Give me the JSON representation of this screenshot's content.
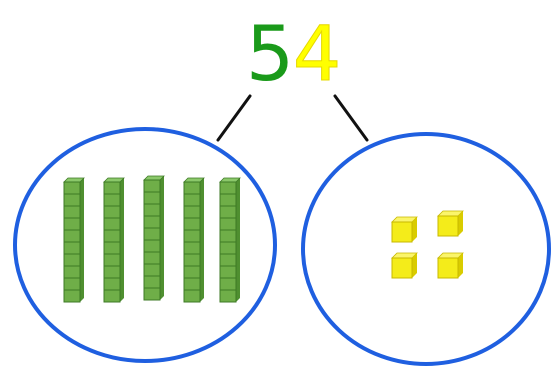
{
  "number": {
    "tens_digit": "5",
    "ones_digit": "4"
  },
  "tens_group": {
    "rod_count": 5,
    "cubes_per_rod": 10,
    "rod_color": "#6fae48",
    "rod_edge_color": "#3d7a25"
  },
  "ones_group": {
    "cube_count": 4,
    "cube_color": "#f4ec1a",
    "cube_edge_color": "#c7b800"
  },
  "colors": {
    "tens_digit": "#1a9a1a",
    "ones_digit": "#ffff00",
    "circle": "#1f5fe0",
    "branch_line": "#111111"
  }
}
